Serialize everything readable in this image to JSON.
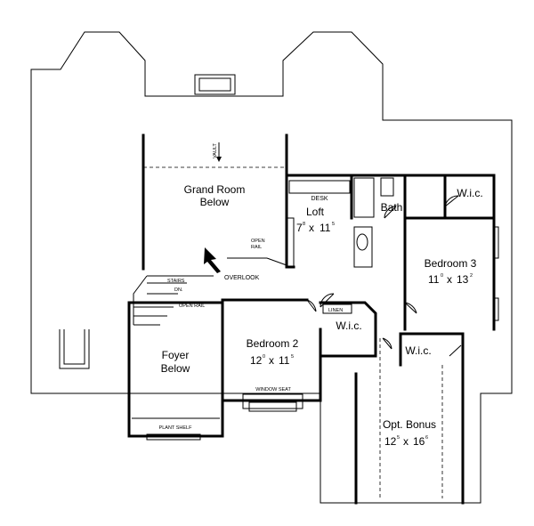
{
  "plan": {
    "rooms": {
      "grand_room": {
        "name": "Grand Room",
        "sub": "Below"
      },
      "loft": {
        "name": "Loft",
        "dim_w": "7",
        "dim_w_sup": "8",
        "dim_sep": "x",
        "dim_h": "11",
        "dim_h_sup": "5"
      },
      "bath": {
        "name": "Bath"
      },
      "wic_upper": {
        "name": "W.i.c."
      },
      "bedroom3": {
        "name": "Bedroom 3",
        "dim_w": "11",
        "dim_w_sup": "0",
        "dim_sep": "x",
        "dim_h": "13",
        "dim_h_sup": "2"
      },
      "bedroom2": {
        "name": "Bedroom 2",
        "dim_w": "12",
        "dim_w_sup": "0",
        "dim_sep": "x",
        "dim_h": "11",
        "dim_h_sup": "5"
      },
      "wic_mid": {
        "name": "W.i.c."
      },
      "wic_lower": {
        "name": "W.i.c."
      },
      "foyer": {
        "name": "Foyer",
        "sub": "Below"
      },
      "bonus": {
        "name": "Opt. Bonus",
        "dim_w": "12",
        "dim_w_sup": "5",
        "dim_sep": "x",
        "dim_h": "16",
        "dim_h_sup": "6"
      }
    },
    "labels": {
      "vault": "VAULT",
      "desk": "DESK",
      "open_rail_upper": "OPEN",
      "open_rail_upper2": "RAIL",
      "overlook": "OVERLOOK",
      "stairs": "STAIRS",
      "dn": "DN.",
      "open_rail_lower": "OPEN RAIL",
      "linen": "LINEN",
      "window_seat": "WINDOW SEAT",
      "plant_shelf": "PLANT SHELF"
    }
  }
}
